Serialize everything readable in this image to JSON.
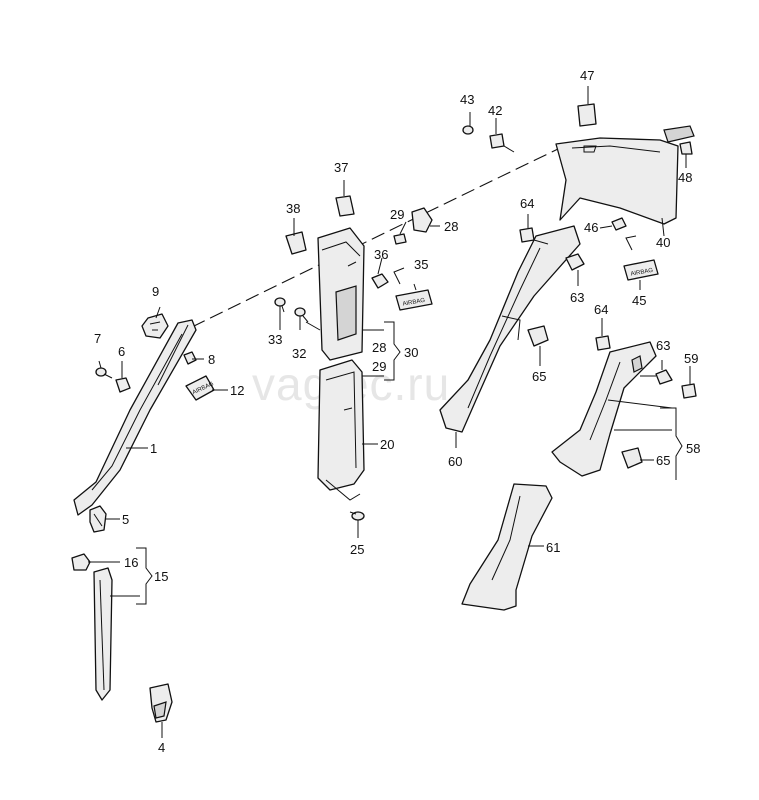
{
  "watermark": "vagtec.ru",
  "airbag_tag": "AIRBAG",
  "callouts": [
    {
      "id": "c1",
      "label": "1"
    },
    {
      "id": "c4",
      "label": "4"
    },
    {
      "id": "c5",
      "label": "5"
    },
    {
      "id": "c6",
      "label": "6"
    },
    {
      "id": "c7",
      "label": "7"
    },
    {
      "id": "c8",
      "label": "8"
    },
    {
      "id": "c9",
      "label": "9"
    },
    {
      "id": "c12",
      "label": "12"
    },
    {
      "id": "c15",
      "label": "15"
    },
    {
      "id": "c16",
      "label": "16"
    },
    {
      "id": "c20",
      "label": "20"
    },
    {
      "id": "c25",
      "label": "25"
    },
    {
      "id": "c28a",
      "label": "28"
    },
    {
      "id": "c28b",
      "label": "28"
    },
    {
      "id": "c29a",
      "label": "29"
    },
    {
      "id": "c29b",
      "label": "29"
    },
    {
      "id": "c30",
      "label": "30"
    },
    {
      "id": "c32",
      "label": "32"
    },
    {
      "id": "c33",
      "label": "33"
    },
    {
      "id": "c35",
      "label": "35"
    },
    {
      "id": "c36",
      "label": "36"
    },
    {
      "id": "c37",
      "label": "37"
    },
    {
      "id": "c38",
      "label": "38"
    },
    {
      "id": "c40",
      "label": "40"
    },
    {
      "id": "c42",
      "label": "42"
    },
    {
      "id": "c43",
      "label": "43"
    },
    {
      "id": "c45",
      "label": "45"
    },
    {
      "id": "c46",
      "label": "46"
    },
    {
      "id": "c47",
      "label": "47"
    },
    {
      "id": "c48",
      "label": "48"
    },
    {
      "id": "c58",
      "label": "58"
    },
    {
      "id": "c59",
      "label": "59"
    },
    {
      "id": "c60",
      "label": "60"
    },
    {
      "id": "c61",
      "label": "61"
    },
    {
      "id": "c63a",
      "label": "63"
    },
    {
      "id": "c63b",
      "label": "63"
    },
    {
      "id": "c64a",
      "label": "64"
    },
    {
      "id": "c64b",
      "label": "64"
    },
    {
      "id": "c65a",
      "label": "65"
    },
    {
      "id": "c65b",
      "label": "65"
    }
  ]
}
